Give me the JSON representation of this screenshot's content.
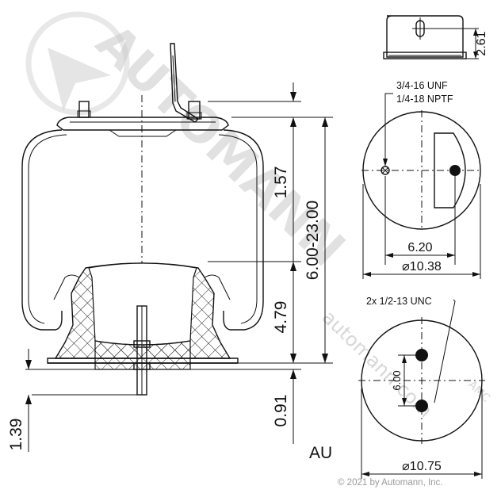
{
  "labels": {
    "dim_top_height": "2.61",
    "thread_1": "3/4-16 UNF",
    "thread_2": "1/4-18 NPTF",
    "dim_upper_offset": "6.20",
    "dim_upper_dia": "⌀10.38",
    "bolt_note": "2x 1/2-13 UNC",
    "dim_bolt_spacing": "6.00",
    "dim_lower_dia": "⌀10.75",
    "dim_1_57": "1.57",
    "dim_range": "6.00-23.00",
    "dim_4_79": "4.79",
    "dim_0_91": "0.91",
    "dim_1_39": "1.39",
    "code": "AU",
    "copyright": "© 2021 by Automann, Inc.",
    "watermark": "AUTOMANN",
    "watermark_url": "automann.com"
  },
  "colors": {
    "line": "#111111",
    "watermark": "#c9c9c9",
    "copyright": "#9a9a9a"
  }
}
